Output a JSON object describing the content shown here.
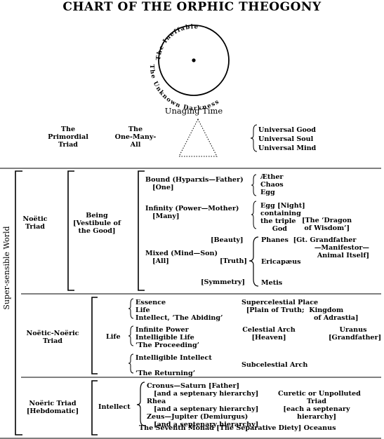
{
  "title": "CHART OF THE ORPHIC THEOGONY",
  "circle": {
    "upper_text": "The Ineffable",
    "lower_text": "The Unknown Darkness",
    "caption": "Unaging Time"
  },
  "top": {
    "primordial": [
      "The",
      "Primordial",
      "Triad"
    ],
    "one_many": [
      "The",
      "One-Many-",
      "All"
    ],
    "universals": [
      "Universal Good",
      "Universal Soul",
      "Universal Mind"
    ]
  },
  "side_label": "Super-sensible World",
  "noetic": {
    "label": [
      "Noëtic",
      "Triad"
    ],
    "being": [
      "Being",
      "[Vestibule of",
      "the Good]"
    ],
    "bound": [
      "Bound (Hyparxis—Father)",
      "[One]"
    ],
    "bound_right": [
      "Æther",
      "Chaos",
      "Egg"
    ],
    "infinity": [
      "Infinity (Power—Mother)",
      "[Many]"
    ],
    "infinity_right": [
      "Egg [Night]",
      "containing",
      "the triple",
      "God"
    ],
    "dragon": [
      "[The ‘Dragon",
      "of Wisdom’]"
    ],
    "beauty": "[Beauty]",
    "mixed": [
      "Mixed (Mind—Son)",
      "[All]"
    ],
    "truth": "[Truth]",
    "symmetry": "[Symmetry]",
    "phanes": [
      "Phanes  [Gt. Grandfather",
      "—Manifestor—",
      "Animal Itself]"
    ],
    "ericapaeus": "Ericapæus",
    "metis": "Metis"
  },
  "noetic_noeric": {
    "label": [
      "Noëtic-Noëric",
      "Triad"
    ],
    "life": "Life",
    "g1": [
      "Essence",
      "Life",
      "Intellect, ‘The Abiding’"
    ],
    "g1_right": [
      "Supercelestial Place",
      "[Plain of Truth;  Kingdom",
      "of Adrastia]"
    ],
    "g2": [
      "Infinite Power",
      "Intelligible Life",
      "‘The Proceeding’"
    ],
    "g2_mid": [
      "Celestial Arch",
      "[Heaven]"
    ],
    "g2_right": [
      "Uranus",
      "[Grandfather]"
    ],
    "g3": [
      "Intelligible Intellect",
      "",
      "‘The Returning’"
    ],
    "g3_right": "Subcelestial Arch"
  },
  "noeric": {
    "label": [
      "Noëric Triad",
      "[Hebdomatic]"
    ],
    "intellect": "Intellect",
    "lines": [
      "Cronus—Saturn [Father]",
      "[and a septenary hierarchy]",
      "Rhea",
      "[and a septenary hierarchy]",
      "Zeus—Jupiter (Demiurgus)",
      "[and a septenary hierarchy]"
    ],
    "right": [
      "Curetic or Unpolluted",
      "Triad",
      "[each a septenary",
      "hierarchy]"
    ],
    "monad": "The Seventh Monad [The Separative Diety] Oceanus"
  }
}
